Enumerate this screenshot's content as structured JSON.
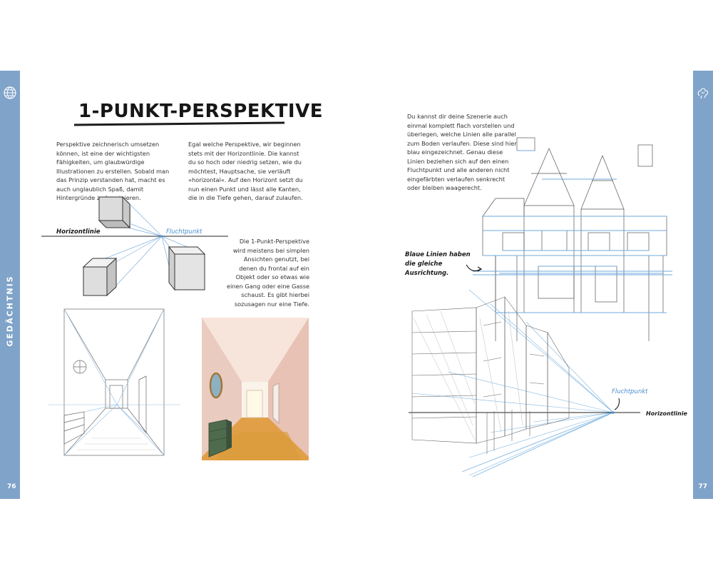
{
  "left_page": {
    "section_label": "GEDÄCHTNIS",
    "page_number": "76",
    "title": "1-PUNKT-PERSPEKTIVE",
    "intro_left": "Perspektive zeichnerisch umsetzen können, ist eine der wichtigsten Fähigkeiten, um glaubwürdige Illustrationen zu erstellen. Sobald man das Prinzip verstanden hat, macht es auch unglaublich Spaß, damit Hintergründe zu konzipieren.",
    "intro_right": "Egal welche Perspektive, wir beginnen stets mit der Horizontlinie. Die kannst du so hoch oder niedrig setzen, wie du möchtest, Hauptsache, sie verläuft »horizontal«. Auf den Horizont setzt du nun einen Punkt und lässt alle Kanten, die in die Tiefe gehen, darauf zulaufen.",
    "label_horizon": "Horizontlinie",
    "label_vanishing": "Fluchtpunkt",
    "side_note": "Die 1-Punkt-Perspektive wird meistens bei simplen Ansichten genutzt, bei denen du frontal auf ein Objekt oder so etwas wie einen Gang oder eine Gasse schaust. Es gibt hierbei sozusagen nur eine Tiefe."
  },
  "right_page": {
    "page_number": "77",
    "intro": "Du kannst dir deine Szenerie auch einmal komplett flach vorstellen und überlegen, welche Linien alle parallel zum Boden verlaufen. Diese sind hier blau eingezeichnet. Genau diese Linien beziehen sich auf den einen Fluchtpunkt und alle anderen nicht eingefärbten verlaufen senkrecht oder bleiben waagerecht.",
    "blue_lines_note": "Blaue Linien haben die gleiche Ausrichtung.",
    "label_vanishing": "Fluchtpunkt",
    "label_horizon": "Horizontlinie"
  },
  "colors": {
    "sidebar": "#7fa3c9",
    "accent_blue": "#4c8fcf",
    "ink": "#1c1c1c"
  },
  "icons": [
    "globe-icon",
    "brain-sketch-icon"
  ]
}
